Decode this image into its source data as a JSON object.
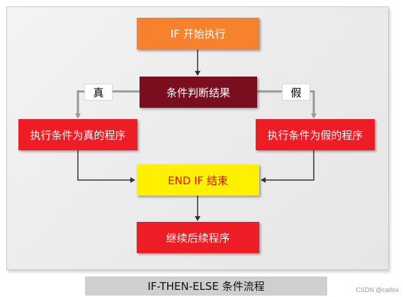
{
  "diagram": {
    "nodes": {
      "start": "IF 开始执行",
      "judge": "条件判断结果",
      "true_branch": "执行条件为真的程序",
      "false_branch": "执行条件为假的程序",
      "end": "END IF 结束",
      "continue": "继续后续程序"
    },
    "edge_labels": {
      "true": "真",
      "false": "假"
    },
    "colors": {
      "start": "#f7822d",
      "judge": "#7a0d1e",
      "branch": "#ee1c24",
      "end_fill": "#fff000",
      "end_text": "#e01010",
      "connector_gray": "#999999",
      "connector_dark": "#333333"
    }
  },
  "caption": "IF-THEN-ELSE 条件流程",
  "watermark": "CSDN @caifox"
}
